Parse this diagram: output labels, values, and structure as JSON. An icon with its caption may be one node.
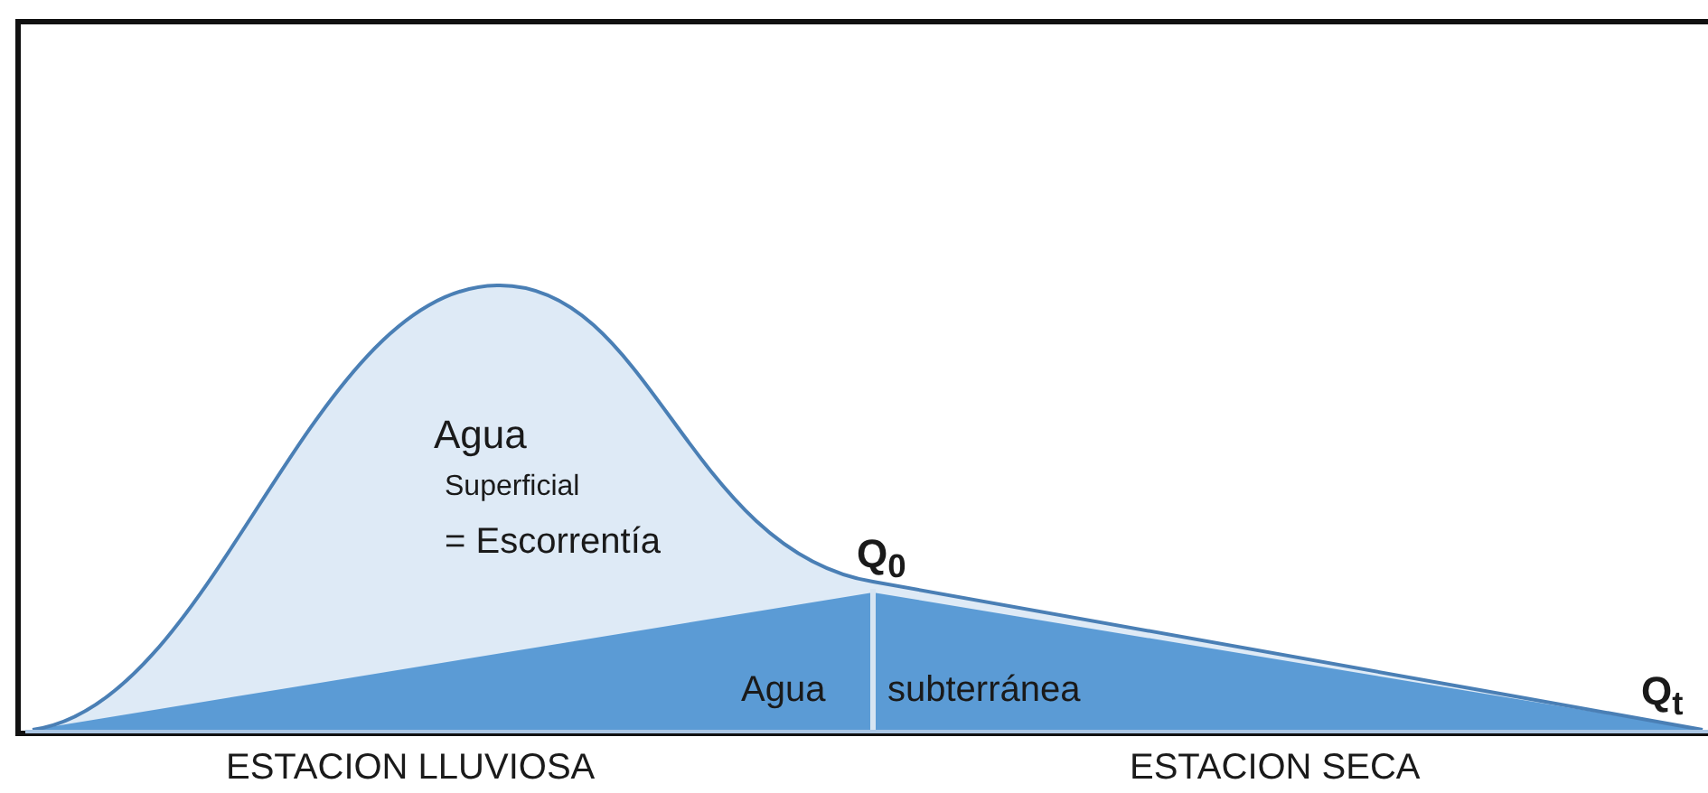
{
  "diagram": {
    "labels": [
      "Agua",
      "Superficial",
      "= Escorrentía",
      "Q$_{0}$",
      "Agua",
      "subterránea",
      "Q$_{t}$",
      "ESTACION LLUVIOSA",
      "ESTACION SECA"
    ]
  }
}
